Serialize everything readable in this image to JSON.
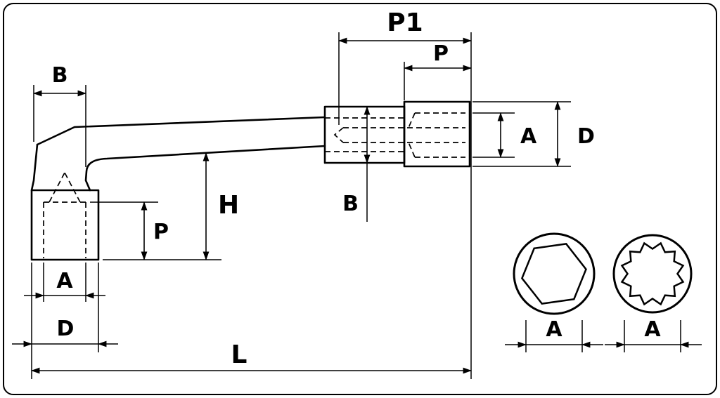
{
  "colors": {
    "line": "#000000",
    "background": "#ffffff"
  },
  "drawing": {
    "labels": {
      "b_arm": "B",
      "p1": "P1",
      "p_head": "P",
      "a_head": "A",
      "d_head": "D",
      "b_hex": "B",
      "h": "H",
      "p_socket": "P",
      "a_socket": "A",
      "d_socket": "D",
      "l": "L",
      "a_hex_view": "A",
      "a_bihex_view": "A"
    }
  }
}
